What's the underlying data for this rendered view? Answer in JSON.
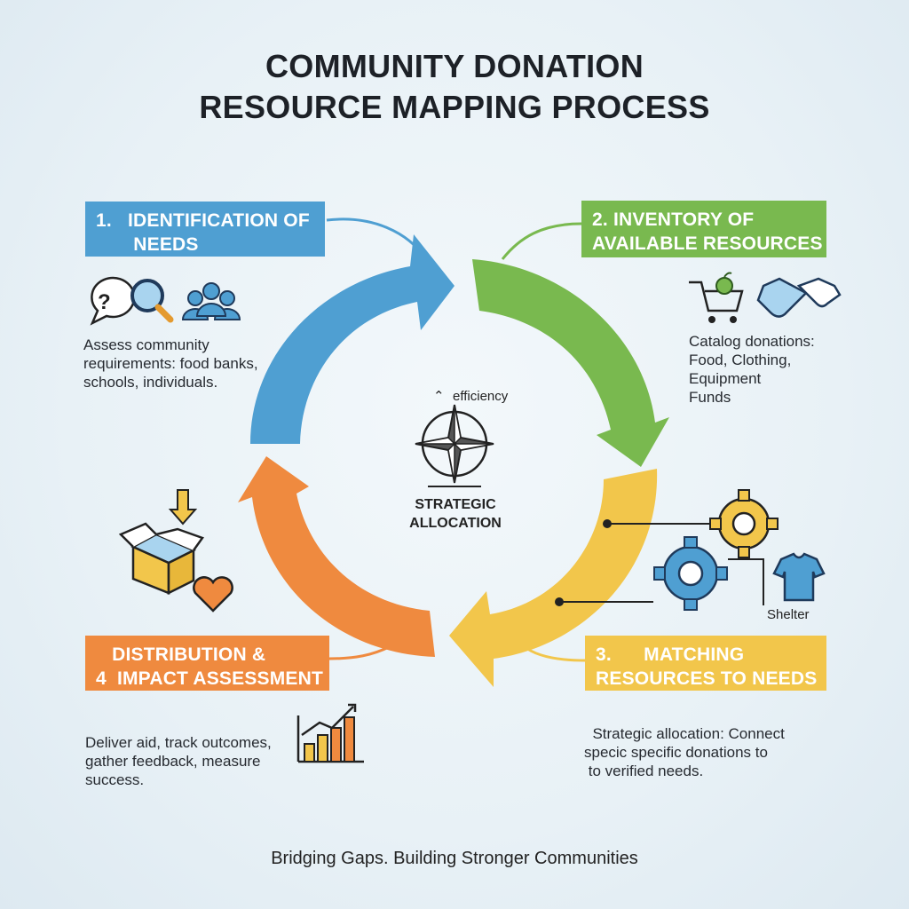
{
  "title": {
    "line1": "COMMUNITY DONATION",
    "line2": "RESOURCE MAPPING PROCESS"
  },
  "steps": [
    {
      "label_lines": [
        "1.   IDENTIFICATION OF",
        "       NEEDS"
      ],
      "description_lines": [
        "Assess community",
        "requirements: food banks,",
        "schools, individuals."
      ],
      "color": "#4f9fd2",
      "icons": [
        "question-bubble-icon",
        "magnifier-icon",
        "people-group-icon"
      ]
    },
    {
      "label_lines": [
        "2. INVENTORY OF",
        "AVAILABLE RESOURCES"
      ],
      "description_lines": [
        "Catalog donations:",
        "Food, Clothing,",
        "Equipment",
        "Funds"
      ],
      "color": "#79b94f",
      "icons": [
        "shopping-cart-apple-icon",
        "handshake-icon"
      ]
    },
    {
      "label_lines": [
        "3.      MATCHING",
        "RESOURCES TO NEEDS"
      ],
      "description_lines": [
        "  Strategic allocation: Connect",
        "specic specific donations to",
        " to verified needs."
      ],
      "color": "#f2c64b",
      "icons": [
        "gears-icon",
        "tshirt-icon"
      ],
      "extra_label": "Shelter"
    },
    {
      "label_lines": [
        "   DISTRIBUTION &",
        "4  IMPACT ASSESSMENT"
      ],
      "description_lines": [
        "Deliver aid, track outcomes,",
        "gather feedback, measure",
        "success."
      ],
      "color": "#ef8a3f",
      "icons": [
        "open-box-arrow-icon",
        "heart-icon",
        "bar-chart-growth-icon"
      ]
    }
  ],
  "center": {
    "efficiency_label": "efficiency",
    "label_lines": [
      "STRATEGIC",
      "ALLOCATION"
    ],
    "icon": "compass-rose-icon"
  },
  "footer": "Bridging Gaps. Building Stronger Communities"
}
